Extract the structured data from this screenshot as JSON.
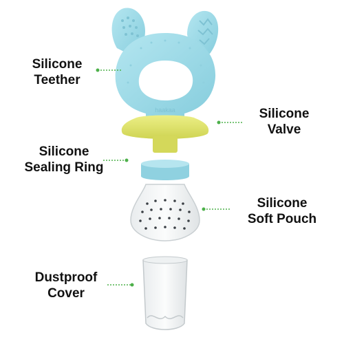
{
  "labels": {
    "teether": {
      "line1": "Silicone",
      "line2": "Teether"
    },
    "valve": {
      "line1": "Silicone",
      "line2": "Valve"
    },
    "sealing_ring": {
      "line1": "Silicone",
      "line2": "Sealing Ring"
    },
    "soft_pouch": {
      "line1": "Silicone",
      "line2": "Soft Pouch"
    },
    "cover": {
      "line1": "Dustproof",
      "line2": "Cover"
    }
  },
  "brand_mark": "haakaa",
  "colors": {
    "teether_blue": "#9ed9e6",
    "valve_yellow": "#dfe36a",
    "leader_green": "#4db04a",
    "label_text": "#111111"
  }
}
